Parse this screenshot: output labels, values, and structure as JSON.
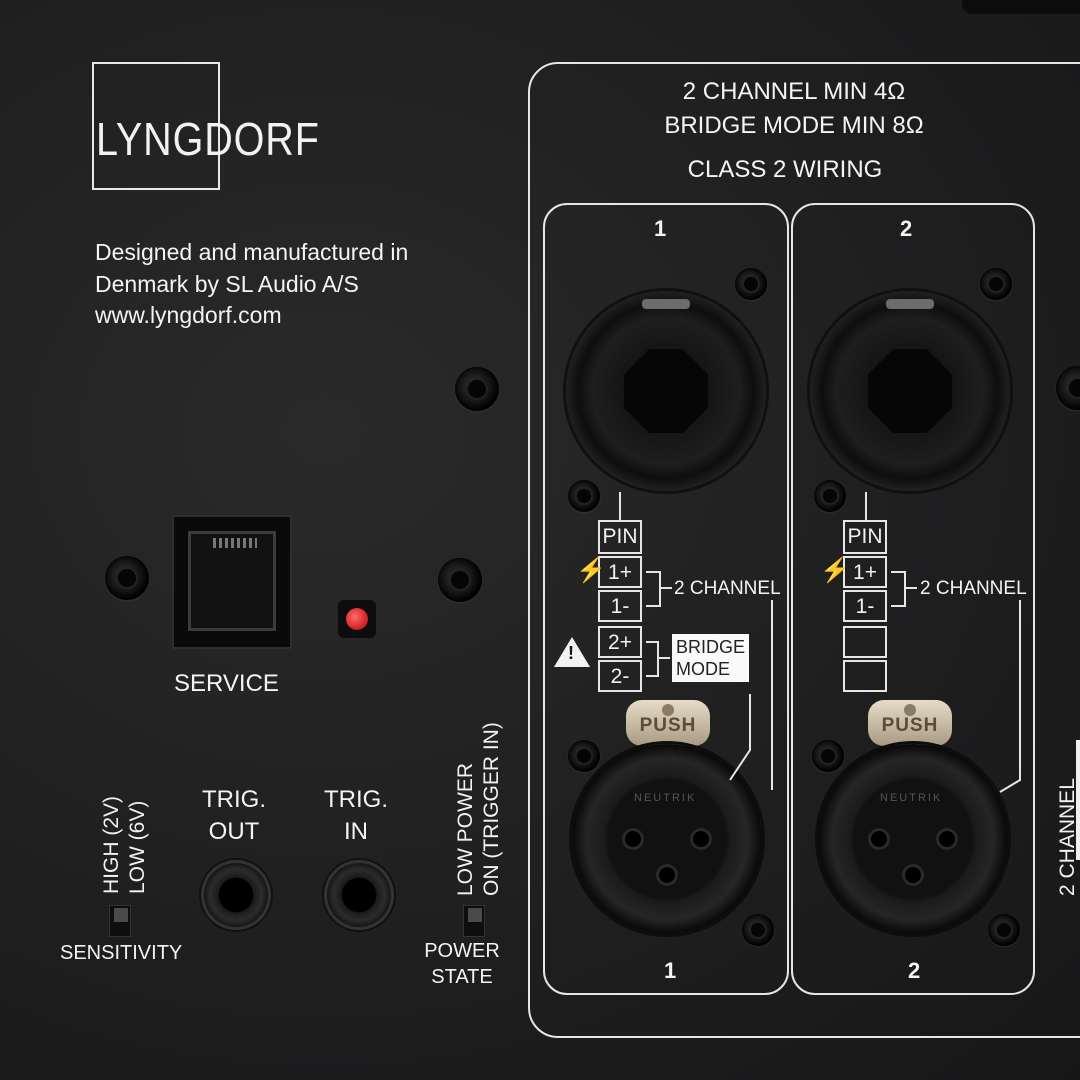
{
  "brand": {
    "logo_left": "LYNG",
    "logo_right": "DORF"
  },
  "info": {
    "line1": "Designed and manufactured in",
    "line2": "Denmark by SL Audio A/S",
    "line3": "www.lyngdorf.com"
  },
  "left_section": {
    "service_label": "SERVICE",
    "trig_out": [
      "TRIG.",
      "OUT"
    ],
    "trig_in": [
      "TRIG.",
      "IN"
    ],
    "sensitivity_high": "HIGH (2V)",
    "sensitivity_low": "LOW (6V)",
    "sensitivity_label": "SENSITIVITY",
    "power_low": "LOW POWER",
    "power_on": "ON (TRIGGER IN)",
    "power_state": [
      "POWER",
      "STATE"
    ]
  },
  "output_panel": {
    "line1": "2 CHANNEL MIN 4Ω",
    "line2": "BRIDGE MODE MIN 8Ω",
    "line3": "CLASS 2 WIRING",
    "channels": [
      {
        "top_number": "1",
        "bottom_number": "1",
        "pin_header": "PIN",
        "pins": [
          "1+",
          "1-",
          "2+",
          "2-"
        ],
        "two_channel": "2 CHANNEL",
        "bridge_mode": [
          "BRIDGE",
          "MODE"
        ],
        "push": "PUSH",
        "connector_brand": "NEUTRIK"
      },
      {
        "top_number": "2",
        "bottom_number": "2",
        "pin_header": "PIN",
        "pins": [
          "1+",
          "1-",
          "",
          ""
        ],
        "two_channel": "2 CHANNEL",
        "push": "PUSH",
        "connector_brand": "NEUTRIK"
      }
    ],
    "right_edge_label": "2 CHANNEL"
  },
  "icons": [
    "screw-icon",
    "lightning-bolt-icon",
    "warning-triangle-icon"
  ]
}
